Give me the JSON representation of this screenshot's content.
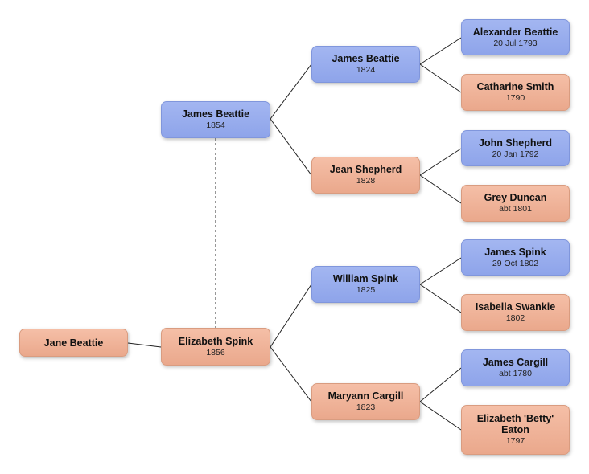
{
  "people": {
    "root": {
      "name": "Jane Beattie",
      "date": "",
      "sex": "female"
    },
    "father": {
      "name": "James Beattie",
      "date": "1854",
      "sex": "male"
    },
    "mother": {
      "name": "Elizabeth Spink",
      "date": "1856",
      "sex": "female"
    },
    "ff": {
      "name": "James Beattie",
      "date": "1824",
      "sex": "male"
    },
    "fm": {
      "name": "Jean Shepherd",
      "date": "1828",
      "sex": "female"
    },
    "mf": {
      "name": "William Spink",
      "date": "1825",
      "sex": "male"
    },
    "mm": {
      "name": "Maryann Cargill",
      "date": "1823",
      "sex": "female"
    },
    "fff": {
      "name": "Alexander Beattie",
      "date": "20 Jul 1793",
      "sex": "male"
    },
    "ffm": {
      "name": "Catharine Smith",
      "date": "1790",
      "sex": "female"
    },
    "fmf": {
      "name": "John Shepherd",
      "date": "20 Jan 1792",
      "sex": "male"
    },
    "fmm": {
      "name": "Grey Duncan",
      "date": "abt 1801",
      "sex": "female"
    },
    "mff": {
      "name": "James Spink",
      "date": "29 Oct 1802",
      "sex": "male"
    },
    "mfm": {
      "name": "Isabella Swankie",
      "date": "1802",
      "sex": "female"
    },
    "mmf": {
      "name": "James Cargill",
      "date": "abt 1780",
      "sex": "male"
    },
    "mmm": {
      "name": "Elizabeth 'Betty' Eaton",
      "date": "1797",
      "sex": "female"
    }
  }
}
